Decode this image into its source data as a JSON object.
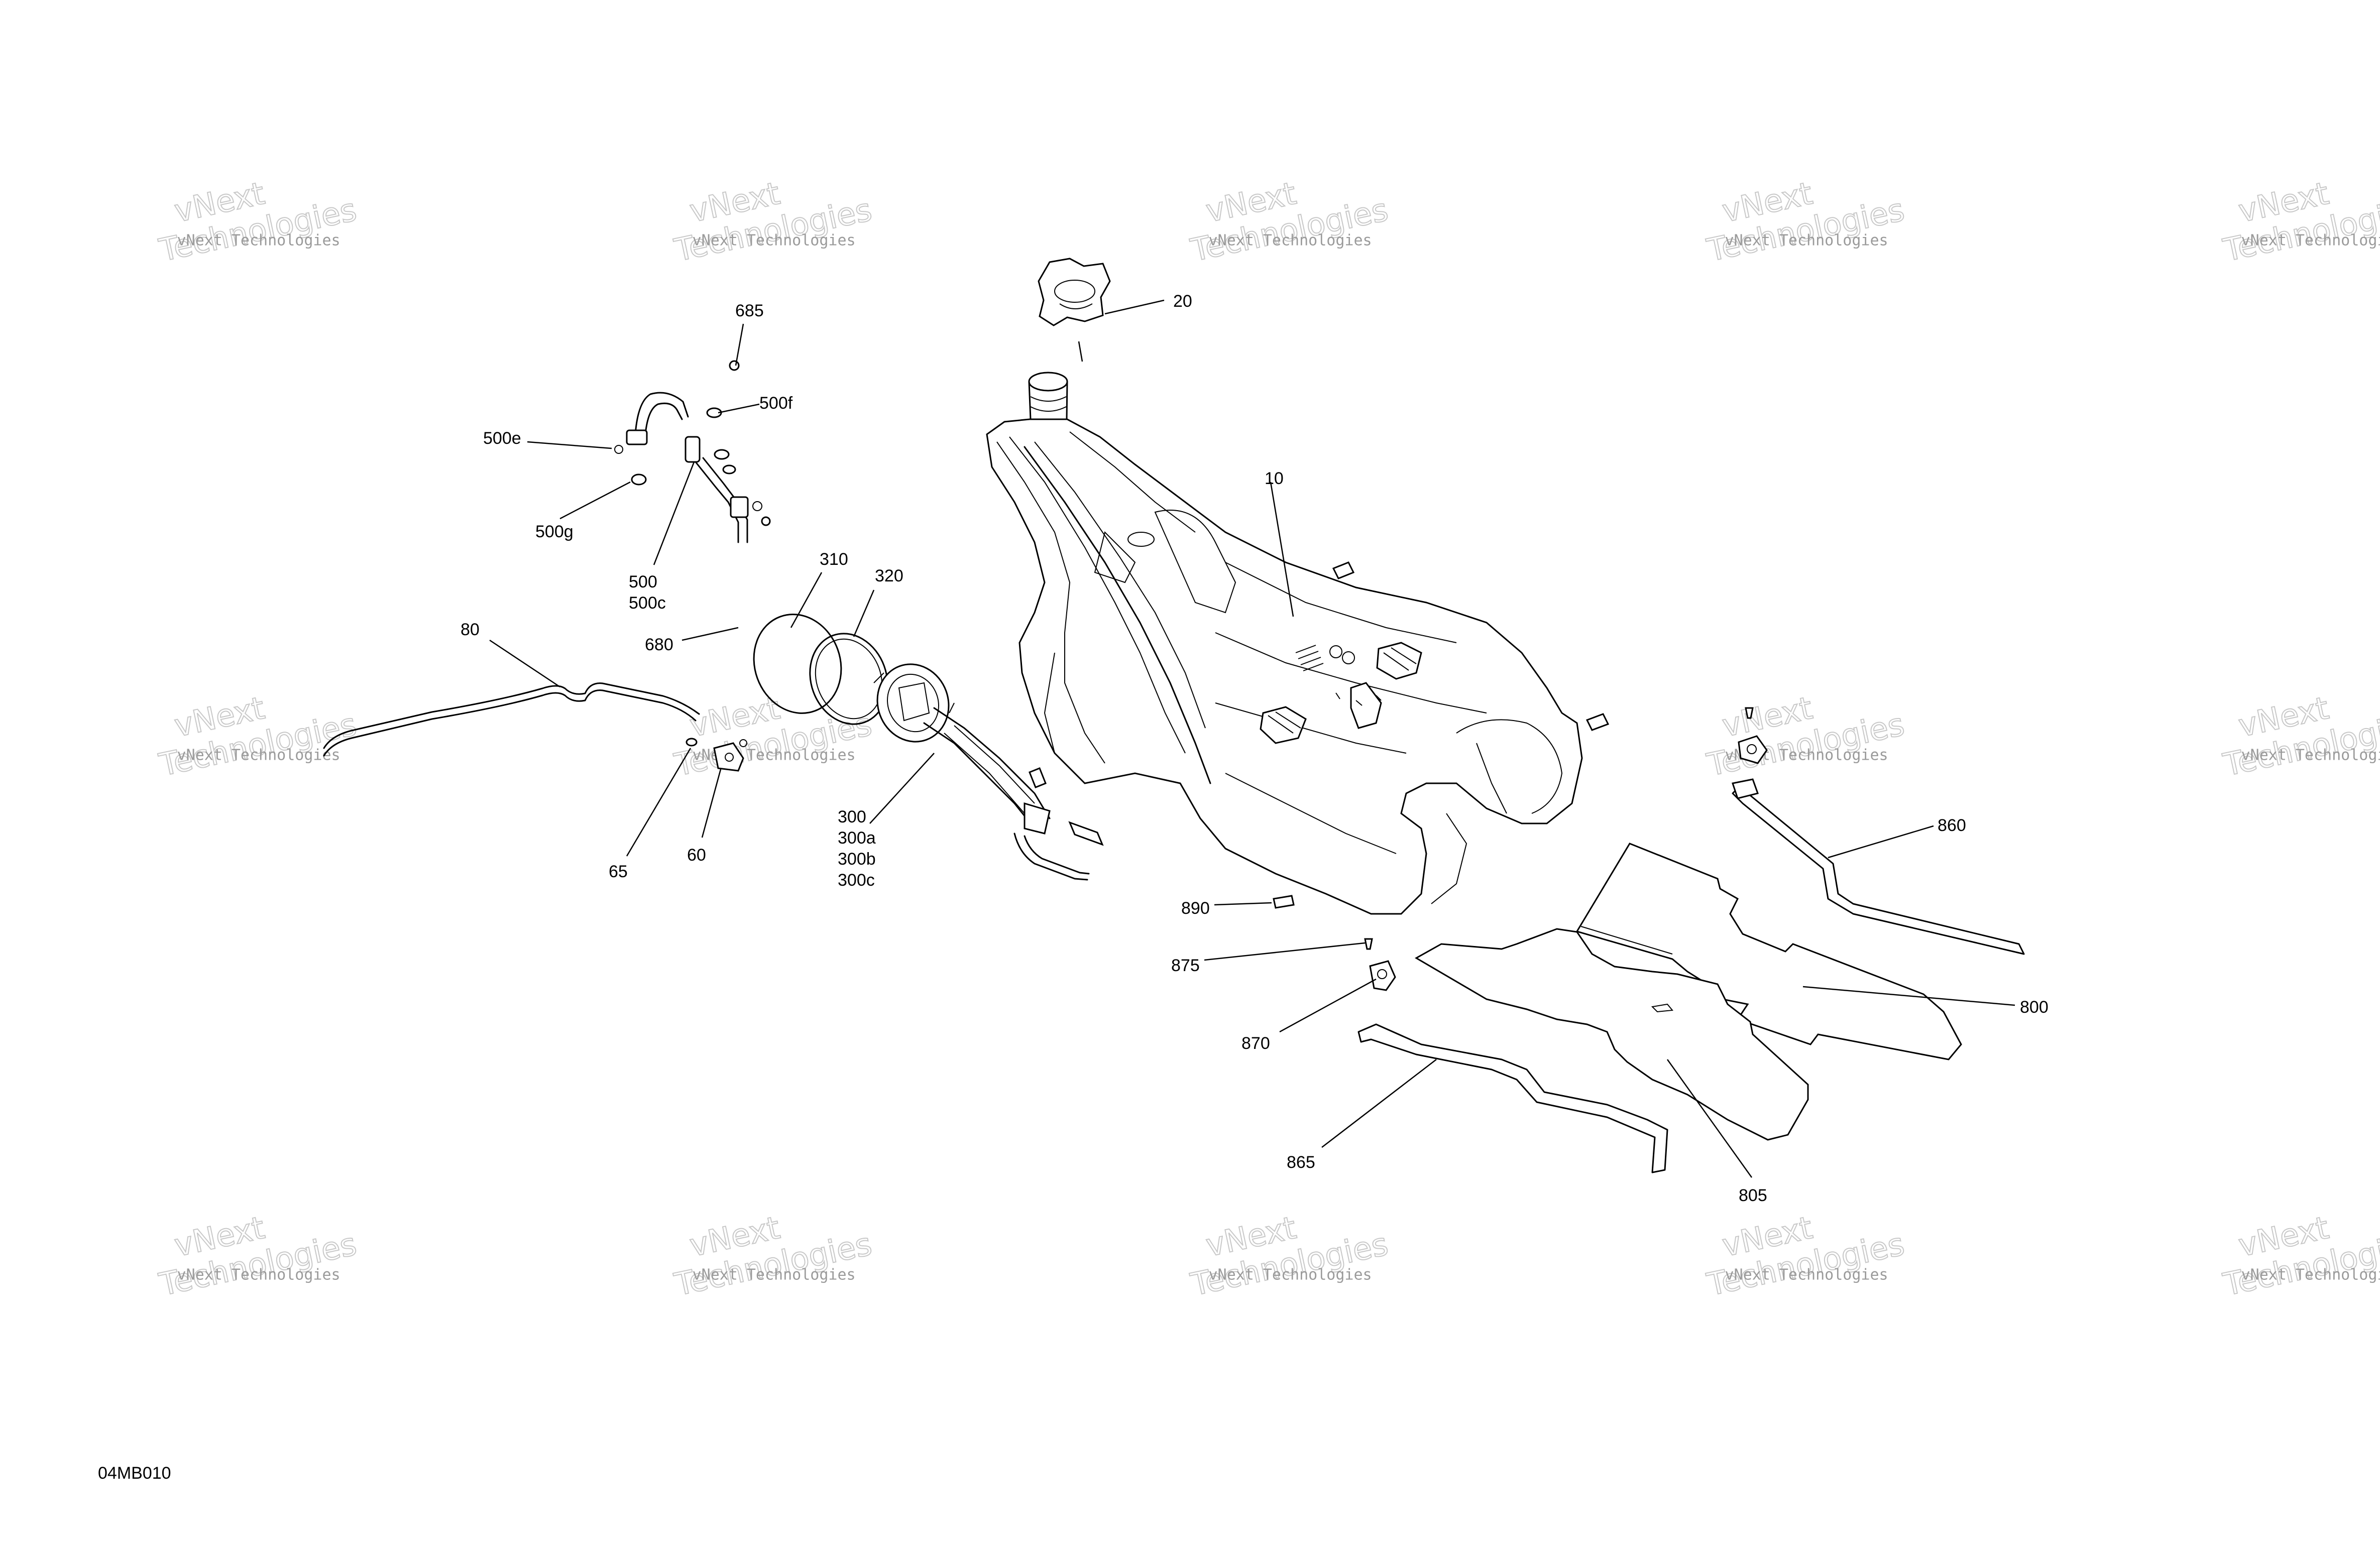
{
  "callouts": [
    {
      "id": "20",
      "text": "20"
    },
    {
      "id": "685",
      "text": "685"
    },
    {
      "id": "500f",
      "text": "500f"
    },
    {
      "id": "500e",
      "text": "500e"
    },
    {
      "id": "500g",
      "text": "500g"
    },
    {
      "id": "500",
      "text": "500"
    },
    {
      "id": "500c",
      "text": "500c"
    },
    {
      "id": "10",
      "text": "10"
    },
    {
      "id": "310",
      "text": "310"
    },
    {
      "id": "320",
      "text": "320"
    },
    {
      "id": "680",
      "text": "680"
    },
    {
      "id": "80",
      "text": "80"
    },
    {
      "id": "65",
      "text": "65"
    },
    {
      "id": "60",
      "text": "60"
    },
    {
      "id": "300",
      "text": "300"
    },
    {
      "id": "300a",
      "text": "300a"
    },
    {
      "id": "300b",
      "text": "300b"
    },
    {
      "id": "300c",
      "text": "300c"
    },
    {
      "id": "860",
      "text": "860"
    },
    {
      "id": "890",
      "text": "890"
    },
    {
      "id": "875",
      "text": "875"
    },
    {
      "id": "800",
      "text": "800"
    },
    {
      "id": "870",
      "text": "870"
    },
    {
      "id": "865",
      "text": "865"
    },
    {
      "id": "805",
      "text": "805"
    }
  ],
  "watermark": {
    "line1": "vNext Technologies",
    "big_line1": "vNext",
    "big_line2": "Technologies"
  },
  "figure_code": "04MB010"
}
